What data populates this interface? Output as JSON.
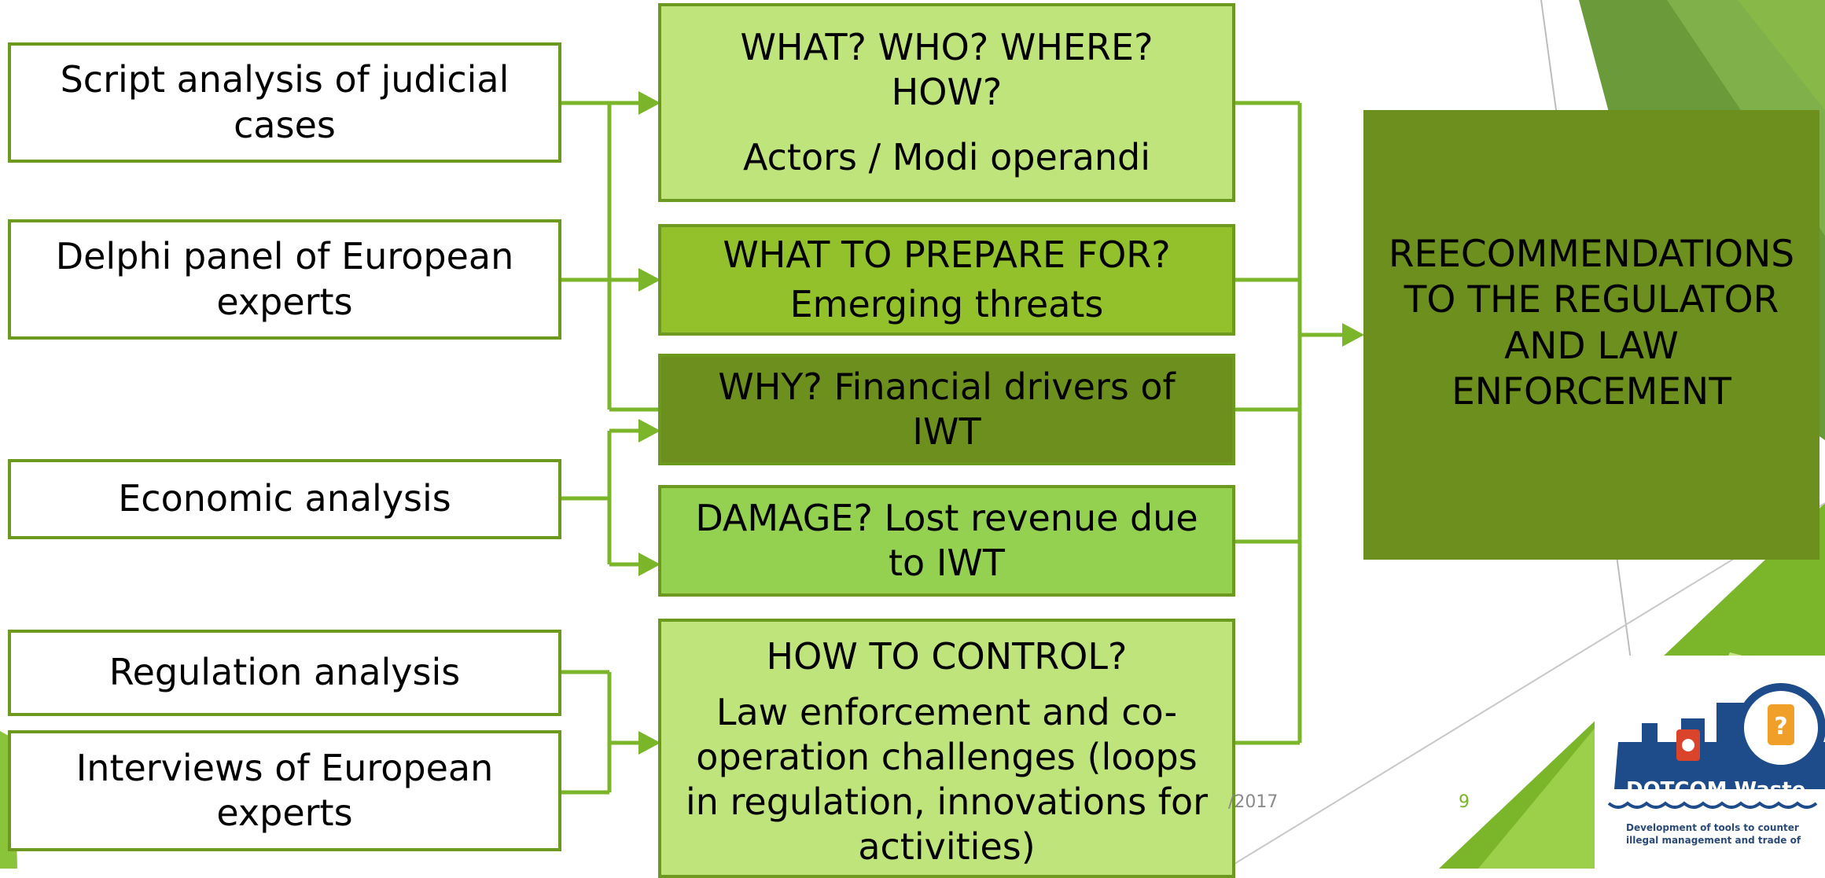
{
  "sources": [
    {
      "id": "script-analysis",
      "label": "Script analysis of judicial cases"
    },
    {
      "id": "delphi-panel",
      "label": "Delphi panel of European experts"
    },
    {
      "id": "economic-analysis",
      "label": "Economic analysis"
    },
    {
      "id": "regulation-analysis",
      "label": "Regulation analysis"
    },
    {
      "id": "interviews",
      "label": "Interviews of European experts"
    }
  ],
  "outputs": [
    {
      "id": "what-who",
      "question": "WHAT? WHO? WHERE? HOW?",
      "answer": "Actors / Modi operandi"
    },
    {
      "id": "prepare",
      "question": "WHAT TO PREPARE FOR?",
      "answer": "Emerging threats"
    },
    {
      "id": "why",
      "question": "WHY? Financial drivers of IWT"
    },
    {
      "id": "damage",
      "question": "DAMAGE? Lost revenue due to IWT"
    },
    {
      "id": "control",
      "question": "HOW TO CONTROL?",
      "answer": "Law enforcement and co-operation challenges (loops in regulation, innovations for activities)"
    }
  ],
  "result": "REECOMMENDATIONS TO THE REGULATOR AND LAW ENFORCEMENT",
  "footer": {
    "date": "/2017",
    "page": "9"
  },
  "logo": {
    "name": "DOTCOM Waste",
    "tagline": "Development of tools to counter illegal management and trade of"
  },
  "colors": {
    "connector": "#7ab52a",
    "border": "#6b9a1f",
    "dark": "#6c8f1e",
    "light": "#c0e47c",
    "bright": "#92c12c"
  }
}
